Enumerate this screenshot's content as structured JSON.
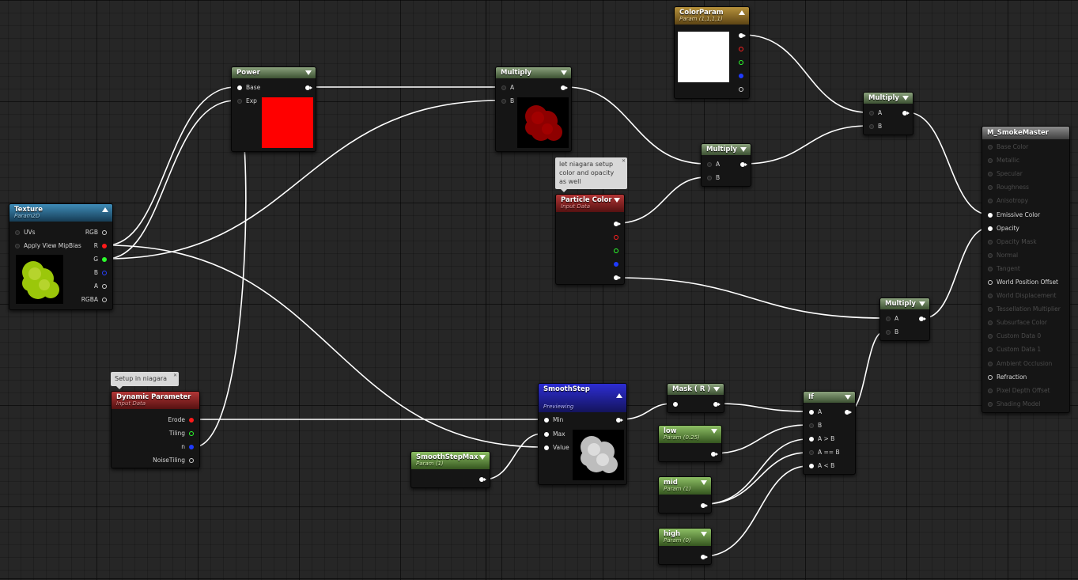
{
  "colors": {
    "canvas": "#262626",
    "wire": "#ffffff"
  },
  "nodes": {
    "texture": {
      "title": "Texture",
      "subtitle": "Param2D",
      "inputs": [
        "UVs",
        "Apply View MipBias"
      ],
      "outputs": [
        "RGB",
        "R",
        "G",
        "B",
        "A",
        "RGBA"
      ]
    },
    "power": {
      "title": "Power",
      "inputs": [
        "Base",
        "Exp"
      ]
    },
    "multiply1": {
      "title": "Multiply",
      "inputs": [
        "A",
        "B"
      ]
    },
    "colorparam": {
      "title": "ColorParam",
      "subtitle": "Param (1,1,1,1)"
    },
    "multiply2": {
      "title": "Multiply",
      "inputs": [
        "A",
        "B"
      ]
    },
    "multiply3": {
      "title": "Multiply",
      "inputs": [
        "A",
        "B"
      ]
    },
    "particlecolor": {
      "title": "Particle Color",
      "subtitle": "Input Data"
    },
    "multiply4": {
      "title": "Multiply",
      "inputs": [
        "A",
        "B"
      ]
    },
    "dynparam": {
      "title": "Dynamic Parameter",
      "subtitle": "Input Data",
      "outputs": [
        "Erode",
        "Tiling",
        "n",
        "NoiseTiling"
      ]
    },
    "smoothstep": {
      "title": "SmoothStep",
      "subtitle": "Previewing",
      "inputs": [
        "Min",
        "Max",
        "Value"
      ]
    },
    "smoothstepmax": {
      "title": "SmoothStepMax",
      "subtitle": "Param (1)"
    },
    "mask": {
      "title": "Mask ( R )"
    },
    "low": {
      "title": "low",
      "subtitle": "Param (0.25)"
    },
    "mid": {
      "title": "mid",
      "subtitle": "Param (1)"
    },
    "high": {
      "title": "high",
      "subtitle": "Param (0)"
    },
    "if": {
      "title": "If",
      "inputs": [
        "A",
        "B",
        "A > B",
        "A == B",
        "A < B"
      ]
    },
    "master": {
      "title": "M_SmokeMaster",
      "inputs": [
        "Base Color",
        "Metallic",
        "Specular",
        "Roughness",
        "Anisotropy",
        "Emissive Color",
        "Opacity",
        "Opacity Mask",
        "Normal",
        "Tangent",
        "World Position Offset",
        "World Displacement",
        "Tessellation Multiplier",
        "Subsurface Color",
        "Custom Data 0",
        "Custom Data 1",
        "Ambient Occlusion",
        "Refraction",
        "Pixel Depth Offset",
        "Shading Model"
      ]
    }
  },
  "comments": {
    "niagara_color": "let niagara setup color and opacity as well",
    "niagara_setup": "Setup in niagara"
  }
}
